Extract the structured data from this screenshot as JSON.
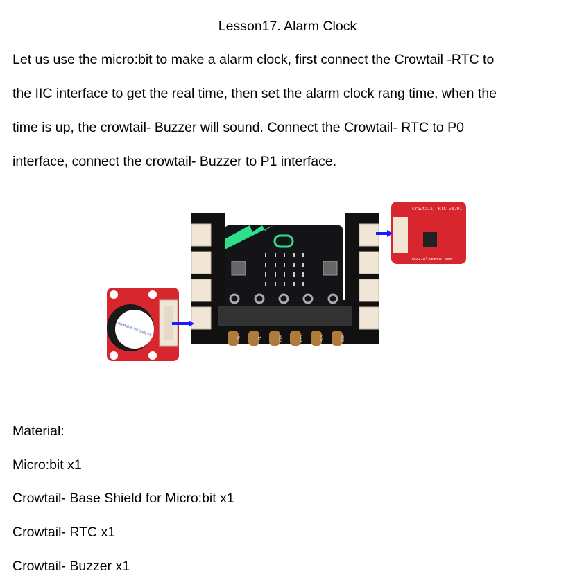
{
  "title": "Lesson17. Alarm Clock",
  "intro_lines": [
    "Let us use the micro:bit to make a alarm clock, first connect the Crowtail -RTC to",
    "the IIC interface to get the real time, then set the alarm clock rang time, when the",
    "time is up, the crowtail- Buzzer will sound. Connect the Crowtail- RTC to P0",
    "interface, connect the crowtail- Buzzer to P1 interface."
  ],
  "figure": {
    "rtc_label": "Crowtail- RTC v0.91",
    "rtc_site": "www.elecrow.com",
    "buzzer_label": "HYDZ REMOVE SEAL AFTER WASHING",
    "pin_labels": [
      "P0",
      "P1",
      "P14",
      "P15",
      "3V3",
      "GND"
    ],
    "arrow_color": "#1a1aff",
    "board_accent": "#2fe08a",
    "module_color": "#d7262e"
  },
  "material": {
    "heading": "Material:",
    "items": [
      "Micro:bit x1",
      "Crowtail- Base Shield for Micro:bit x1",
      "Crowtail- RTC x1",
      "Crowtail- Buzzer x1"
    ]
  }
}
